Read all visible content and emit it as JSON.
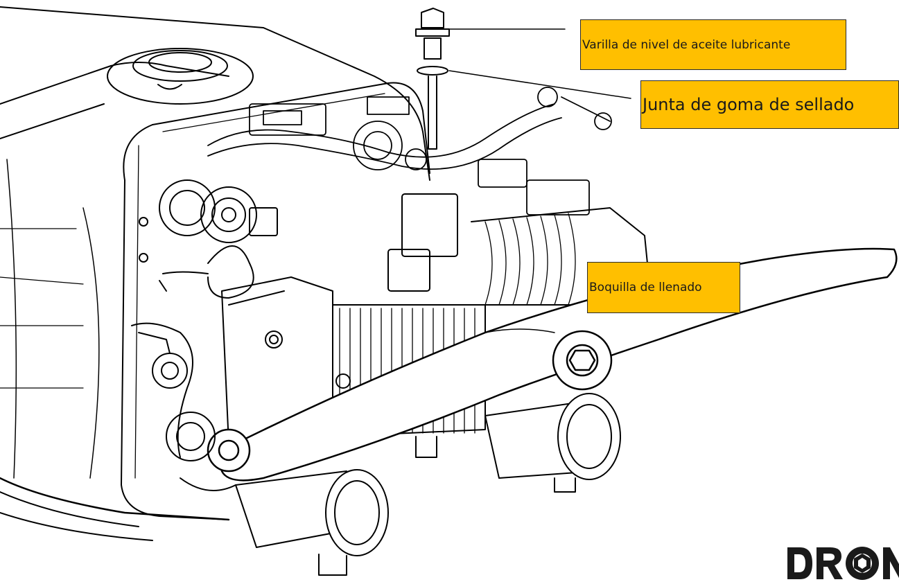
{
  "callouts": {
    "dipstick": "Varilla de nivel de aceite lubricante",
    "gasket": "Junta de goma de sellado",
    "nozzle": "Boquilla de llenado"
  },
  "brand": {
    "logo_text": "DRON",
    "logo_color": "#1a1a1a"
  },
  "colors": {
    "callout_fill": "#FFBF00",
    "line_art": "#000000",
    "background": "#ffffff"
  }
}
